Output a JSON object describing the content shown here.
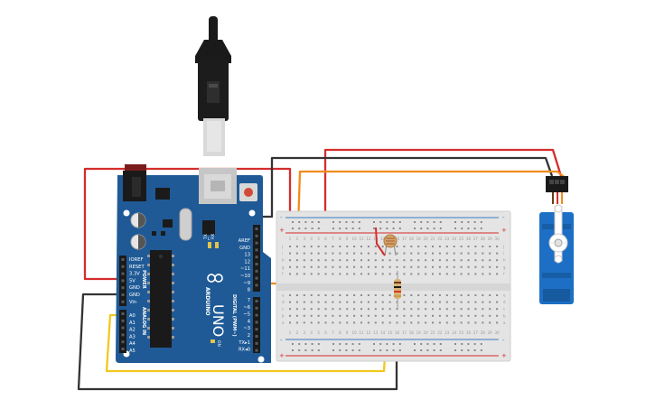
{
  "arduino": {
    "brand": "ARDUINO",
    "model": "UNO",
    "power_header": "POWER",
    "analog_header": "ANALOG IN",
    "digital_header": "DIGITAL (PWM~)",
    "on_label": "ON",
    "tx_label": "TX",
    "rx_label": "RX",
    "l_label": "L",
    "power_pins": [
      "IOREF",
      "RESET",
      "3.3V",
      "5V",
      "GND",
      "GND",
      "Vin"
    ],
    "analog_pins": [
      "A0",
      "A1",
      "A2",
      "A3",
      "A4",
      "A5"
    ],
    "top_pins": [
      "AREF",
      "GND",
      "13",
      "12",
      "~11",
      "~10",
      "~9",
      "8"
    ],
    "bottom_pins": [
      "7",
      "~6",
      "~5",
      "4",
      "~3",
      "2",
      "TX▸1",
      "RX◂0"
    ]
  },
  "breadboard": {
    "columns": [
      "1",
      "2",
      "3",
      "4",
      "5",
      "6",
      "7",
      "8",
      "9",
      "10",
      "11",
      "12",
      "13",
      "14",
      "15",
      "16",
      "17",
      "18",
      "19",
      "20",
      "21",
      "22",
      "23",
      "24",
      "25",
      "26",
      "27",
      "28",
      "29",
      "30"
    ],
    "row_letters_top": [
      "j",
      "i",
      "h",
      "g",
      "f"
    ],
    "row_letters_bottom": [
      "e",
      "d",
      "c",
      "b",
      "a"
    ],
    "plus_sign": "+",
    "minus_sign": "-"
  },
  "colors": {
    "board": "#1f5a96",
    "wire_red": "#d42d2d",
    "wire_black": "#333333",
    "wire_orange": "#f08c1c",
    "wire_yellow": "#f2c81e",
    "servo": "#1c6fc4"
  }
}
